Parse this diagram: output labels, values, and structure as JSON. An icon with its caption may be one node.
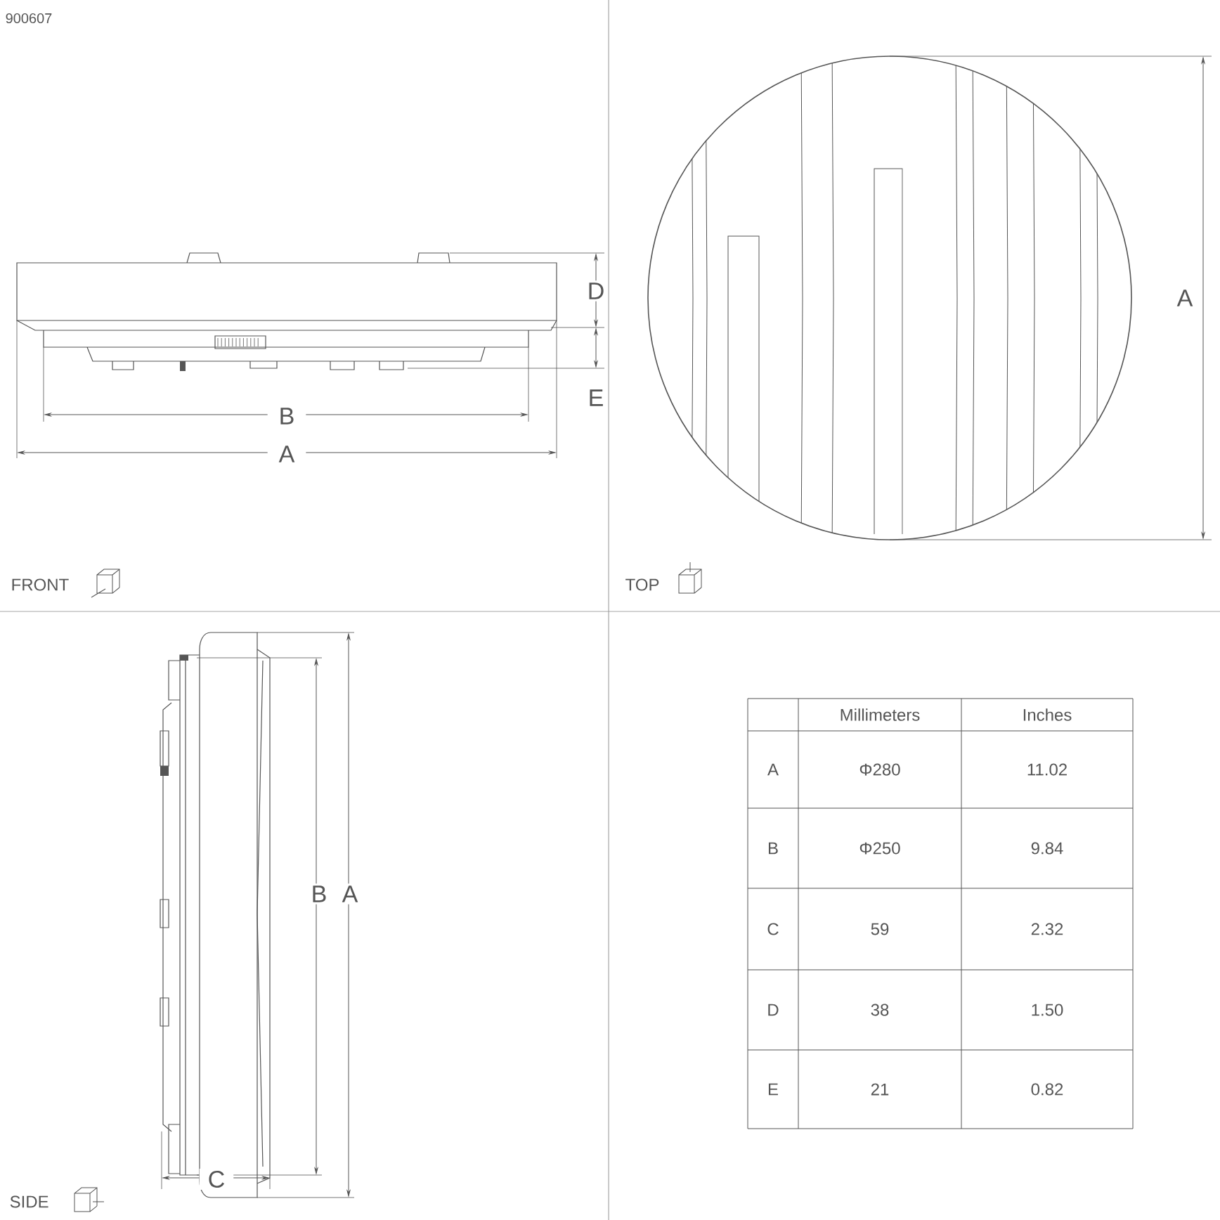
{
  "diagram": {
    "labels": [
      "900607",
      "D",
      "E",
      "B",
      "A",
      "FRONT",
      "A",
      "TOP",
      "B",
      "A",
      "C",
      "SIDE",
      "Millimeters",
      "Inches",
      "A",
      "Φ280",
      "11.02",
      "B",
      "Φ250",
      "9.84",
      "C",
      "59",
      "2.32",
      "D",
      "38",
      "1.50",
      "E",
      "21",
      "0.82"
    ]
  }
}
